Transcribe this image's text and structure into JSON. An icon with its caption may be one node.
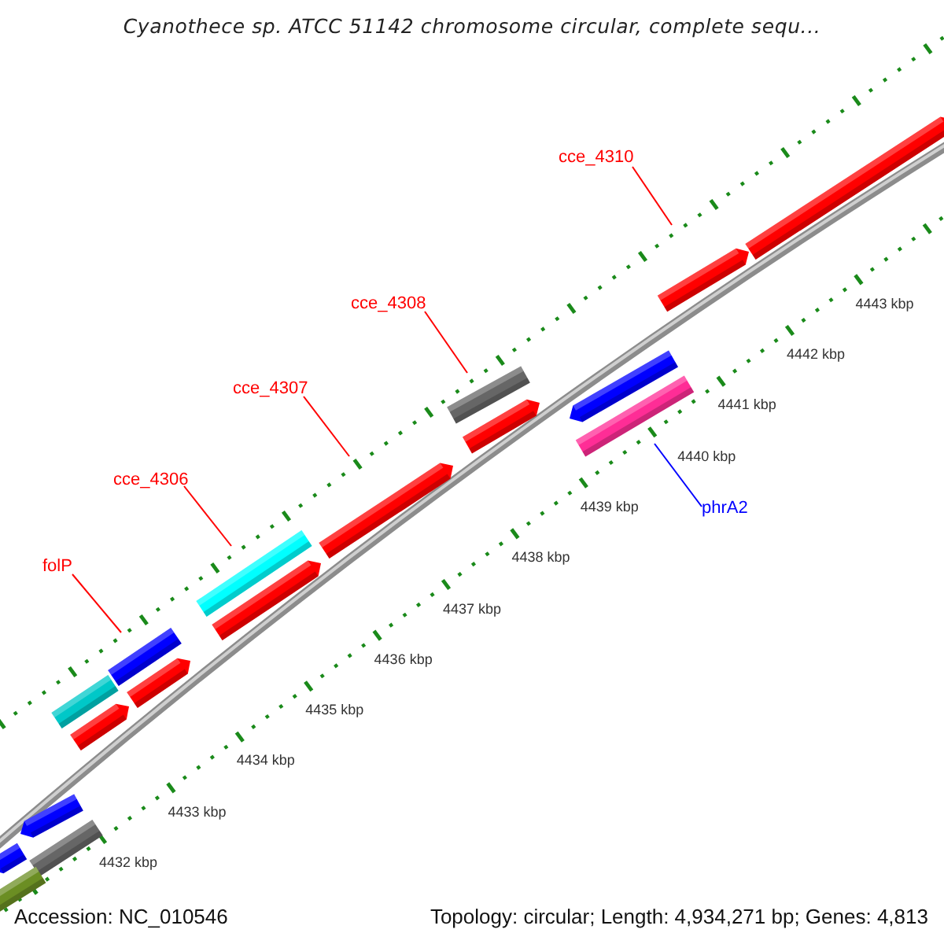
{
  "diagram": {
    "title": "Cyanothece sp. ATCC 51142 chromosome circular, complete sequ...",
    "nodes": [
      {
        "text": [
          "cce_4310"
        ]
      },
      {
        "text": [
          "cce_4308"
        ]
      },
      {
        "text": [
          "cce_4307"
        ]
      },
      {
        "text": [
          "cce_4306"
        ]
      },
      {
        "text": [
          "phrA2"
        ]
      },
      {
        "text": [
          "folP"
        ]
      }
    ],
    "edges": [
      {
        "from": 0,
        "to": null,
        "arrow": "none"
      },
      {
        "from": 1,
        "to": null,
        "arrow": "none"
      },
      {
        "from": 2,
        "to": null,
        "arrow": "none"
      },
      {
        "from": 3,
        "to": null,
        "arrow": "none"
      },
      {
        "from": 4,
        "to": null,
        "arrow": "none",
        "color": "#0000ff"
      },
      {
        "from": 5,
        "to": null,
        "arrow": "none"
      }
    ],
    "labels": [
      "4443 kbp",
      "4442 kbp",
      "4441 kbp",
      "4440 kbp",
      "4439 kbp",
      "4438 kbp",
      "4437 kbp",
      "4436 kbp",
      "4435 kbp",
      "4434 kbp",
      "4433 kbp",
      "4432 kbp",
      "Accession: NC_010546",
      "Topology: circular; Length: 4,934,271 bp; Genes: 4,813"
    ]
  }
}
